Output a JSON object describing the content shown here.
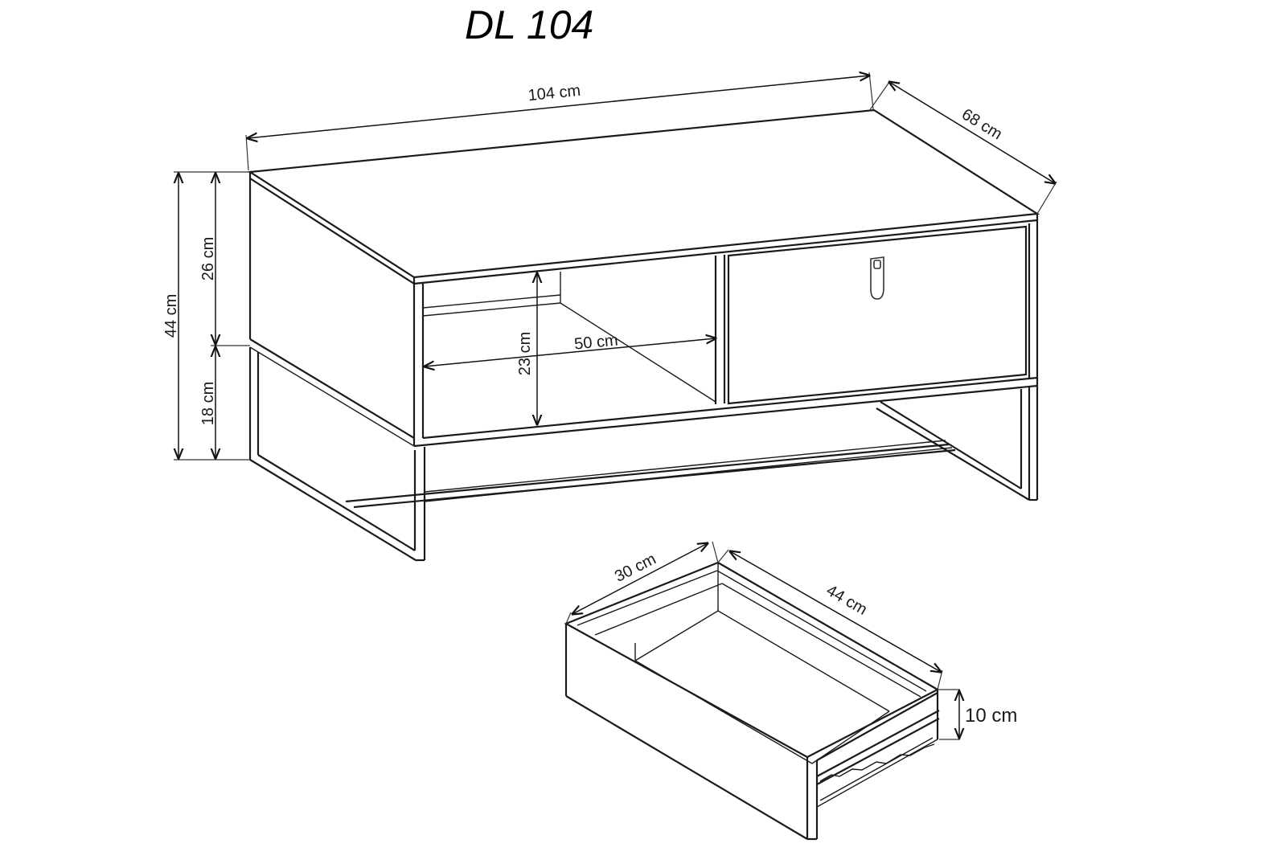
{
  "title": "DL 104",
  "dimensions": {
    "width": "104 cm",
    "depth": "68 cm",
    "total_height": "44 cm",
    "body_height": "26 cm",
    "leg_height": "18 cm",
    "shelf_height": "23 cm",
    "shelf_width": "50 cm",
    "drawer_width": "30 cm",
    "drawer_depth": "44 cm",
    "drawer_height": "10 cm"
  },
  "colors": {
    "line": "#1a1a1a",
    "background": "#ffffff"
  }
}
